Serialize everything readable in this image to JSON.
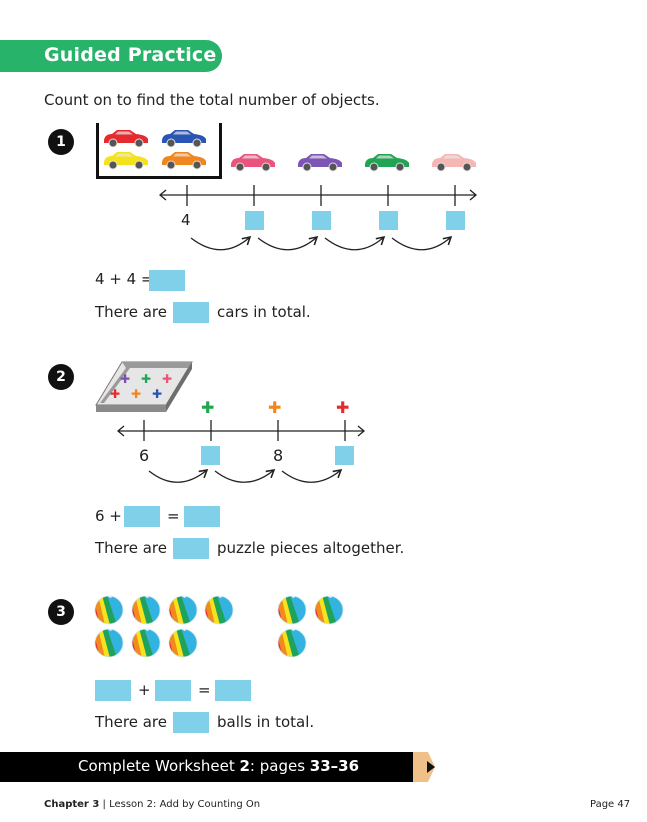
{
  "header": {
    "banner_label": "Guided Practice",
    "instruction": "Count on to find the total number of objects."
  },
  "colors": {
    "banner_green": "#27b46a",
    "answer_box_blue": "#7fd0e8",
    "pencil_wood": "#f0c089"
  },
  "questions": [
    {
      "number": "1",
      "image": "cars-in-parking-box",
      "grouped_objects": [
        "red-car",
        "blue-car",
        "yellow-car",
        "orange-car"
      ],
      "extra_objects": [
        "pink-car",
        "purple-car",
        "green-car",
        "light-pink-car"
      ],
      "number_line": {
        "start_label": "4",
        "tick_labels": [
          "4",
          "",
          "",
          "",
          ""
        ],
        "answer_boxes": 4,
        "jumps": 4
      },
      "equation": {
        "left": "4 + 4 =",
        "boxes": 1
      },
      "sentence": {
        "before": "There are",
        "after": "cars in total."
      }
    },
    {
      "number": "2",
      "image": "puzzle-tray",
      "grouped_objects": [
        "purple-puzzle",
        "green-puzzle",
        "pink-puzzle",
        "red-puzzle",
        "orange-puzzle",
        "blue-puzzle"
      ],
      "extra_objects": [
        "green-puzzle",
        "orange-puzzle",
        "red-puzzle"
      ],
      "number_line": {
        "start_label": "6",
        "tick_labels": [
          "6",
          "",
          "8",
          ""
        ],
        "answer_boxes": 2,
        "jumps": 3
      },
      "equation": {
        "left": "6 +",
        "middle": "=",
        "boxes": 2
      },
      "sentence": {
        "before": "There are",
        "after": "puzzle pieces altogether."
      }
    },
    {
      "number": "3",
      "image": "beach-balls",
      "group_a_count": 7,
      "group_b_count": 3,
      "equation": {
        "plus": "+",
        "equals": "=",
        "boxes": 3
      },
      "sentence": {
        "before": "There are",
        "after": "balls in total."
      }
    }
  ],
  "worksheet_bar": {
    "prefix": "Complete Worksheet ",
    "worksheet_number": "2",
    "middle": ": pages ",
    "pages": "33–36"
  },
  "footer": {
    "chapter": "Chapter 3",
    "separator": "|",
    "lesson": "Lesson 2: Add by Counting On",
    "page": "Page 47"
  }
}
